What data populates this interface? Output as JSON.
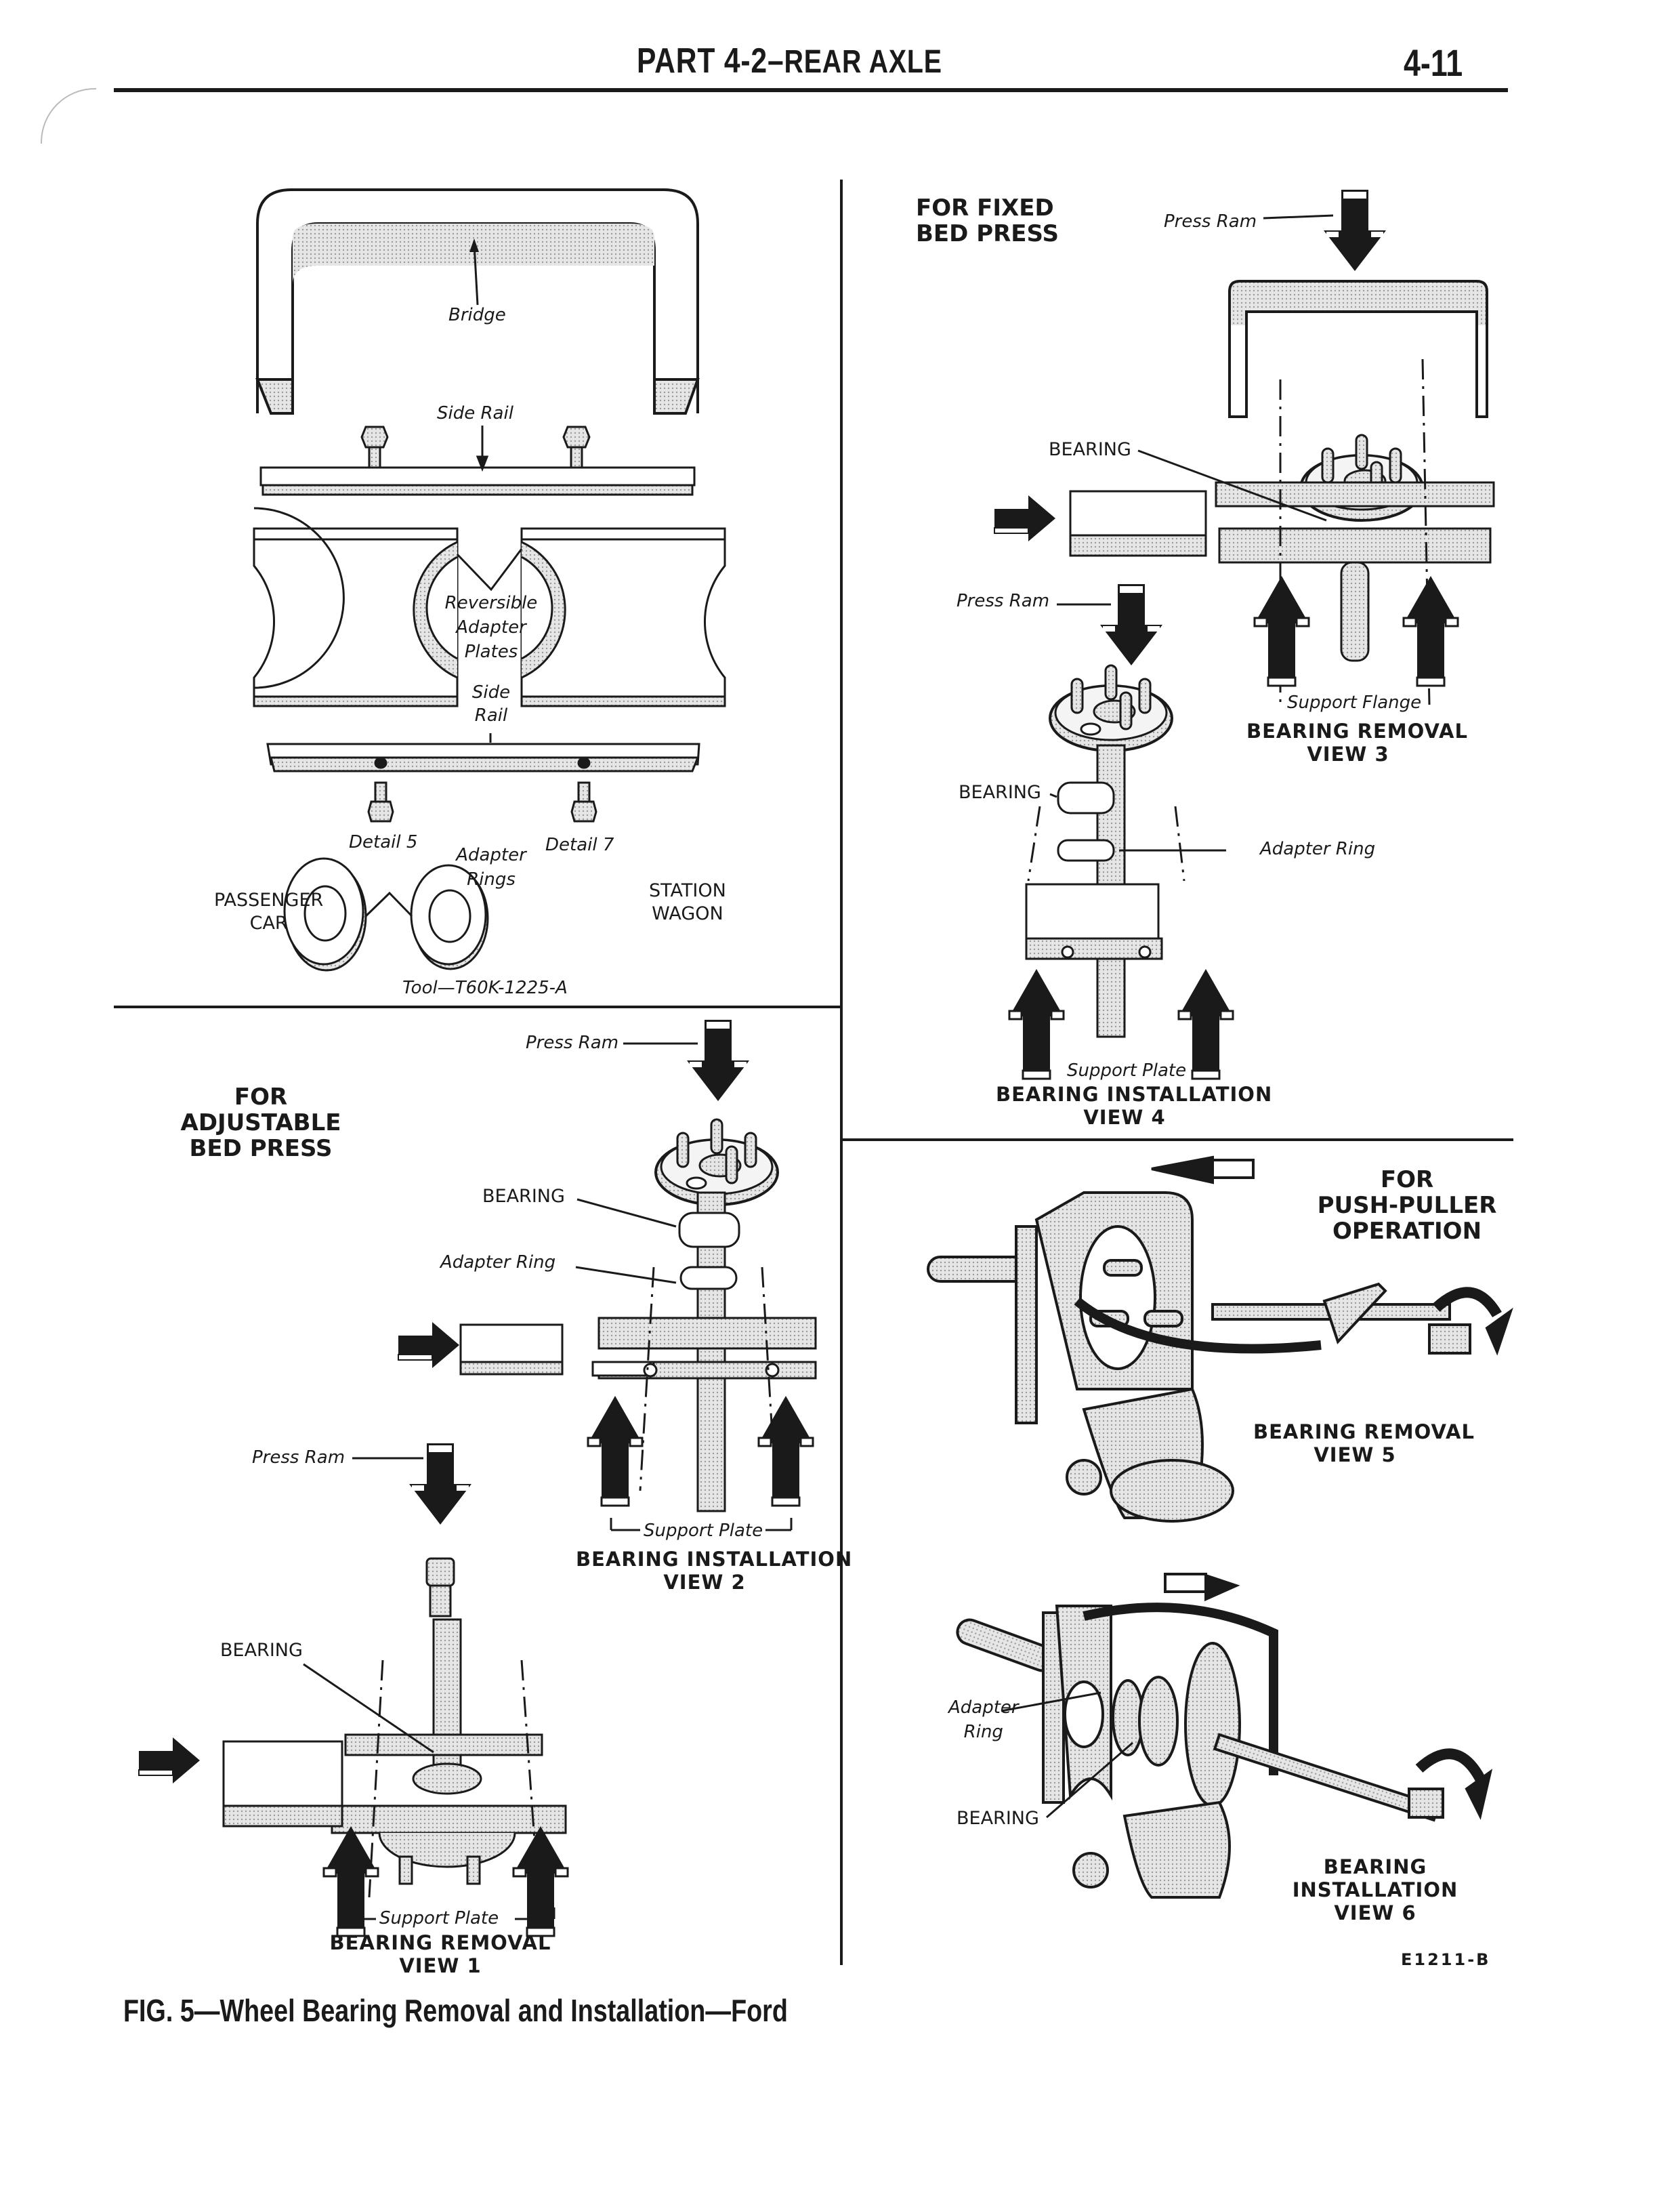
{
  "header": {
    "part_label": "PART 4-2",
    "section_title": "REAR AXLE",
    "page_number": "4-11"
  },
  "tool_detail": {
    "bridge": "Bridge",
    "side_rail_top": "Side Rail",
    "reversible_plates": [
      "Reversible",
      "Adapter",
      "Plates"
    ],
    "side_rail_bottom": [
      "Side",
      "Rail"
    ],
    "detail_5": "Detail 5",
    "detail_7": "Detail 7",
    "adapter_rings": [
      "Adapter",
      "Rings"
    ],
    "passenger_car": [
      "PASSENGER",
      "CAR"
    ],
    "station_wagon": [
      "STATION",
      "WAGON"
    ],
    "tool_number": "Tool—T60K-1225-A"
  },
  "adjustable_bed": {
    "heading": [
      "FOR",
      "ADJUSTABLE",
      "BED PRESS"
    ],
    "view2": {
      "press_ram": "Press Ram",
      "bearing": "BEARING",
      "adapter_ring": "Adapter Ring",
      "support": "Support Plate",
      "title": "BEARING INSTALLATION",
      "view": "VIEW 2"
    },
    "view1": {
      "press_ram": "Press Ram",
      "bearing": "BEARING",
      "support": "Support Plate",
      "title": "BEARING REMOVAL",
      "view": "VIEW 1"
    }
  },
  "fixed_bed": {
    "heading": [
      "FOR FIXED",
      "BED PRESS"
    ],
    "view3": {
      "press_ram": "Press Ram",
      "bearing": "BEARING",
      "support": "Support Flange",
      "title": "BEARING REMOVAL",
      "view": "VIEW 3"
    },
    "view4": {
      "press_ram": "Press Ram",
      "bearing": "BEARING",
      "adapter_ring": "Adapter Ring",
      "support": "Support Plate",
      "title": "BEARING INSTALLATION",
      "view": "VIEW 4"
    }
  },
  "push_puller": {
    "heading": [
      "FOR",
      "PUSH-PULLER",
      "OPERATION"
    ],
    "view5": {
      "title": "BEARING REMOVAL",
      "view": "VIEW 5"
    },
    "view6": {
      "adapter_ring": [
        "Adapter",
        "Ring"
      ],
      "bearing": "BEARING",
      "title": [
        "BEARING",
        "INSTALLATION"
      ],
      "view": "VIEW 6"
    }
  },
  "figure_code": "E1211-B",
  "figure_caption": "FIG. 5—Wheel Bearing Removal and Installation—Ford"
}
